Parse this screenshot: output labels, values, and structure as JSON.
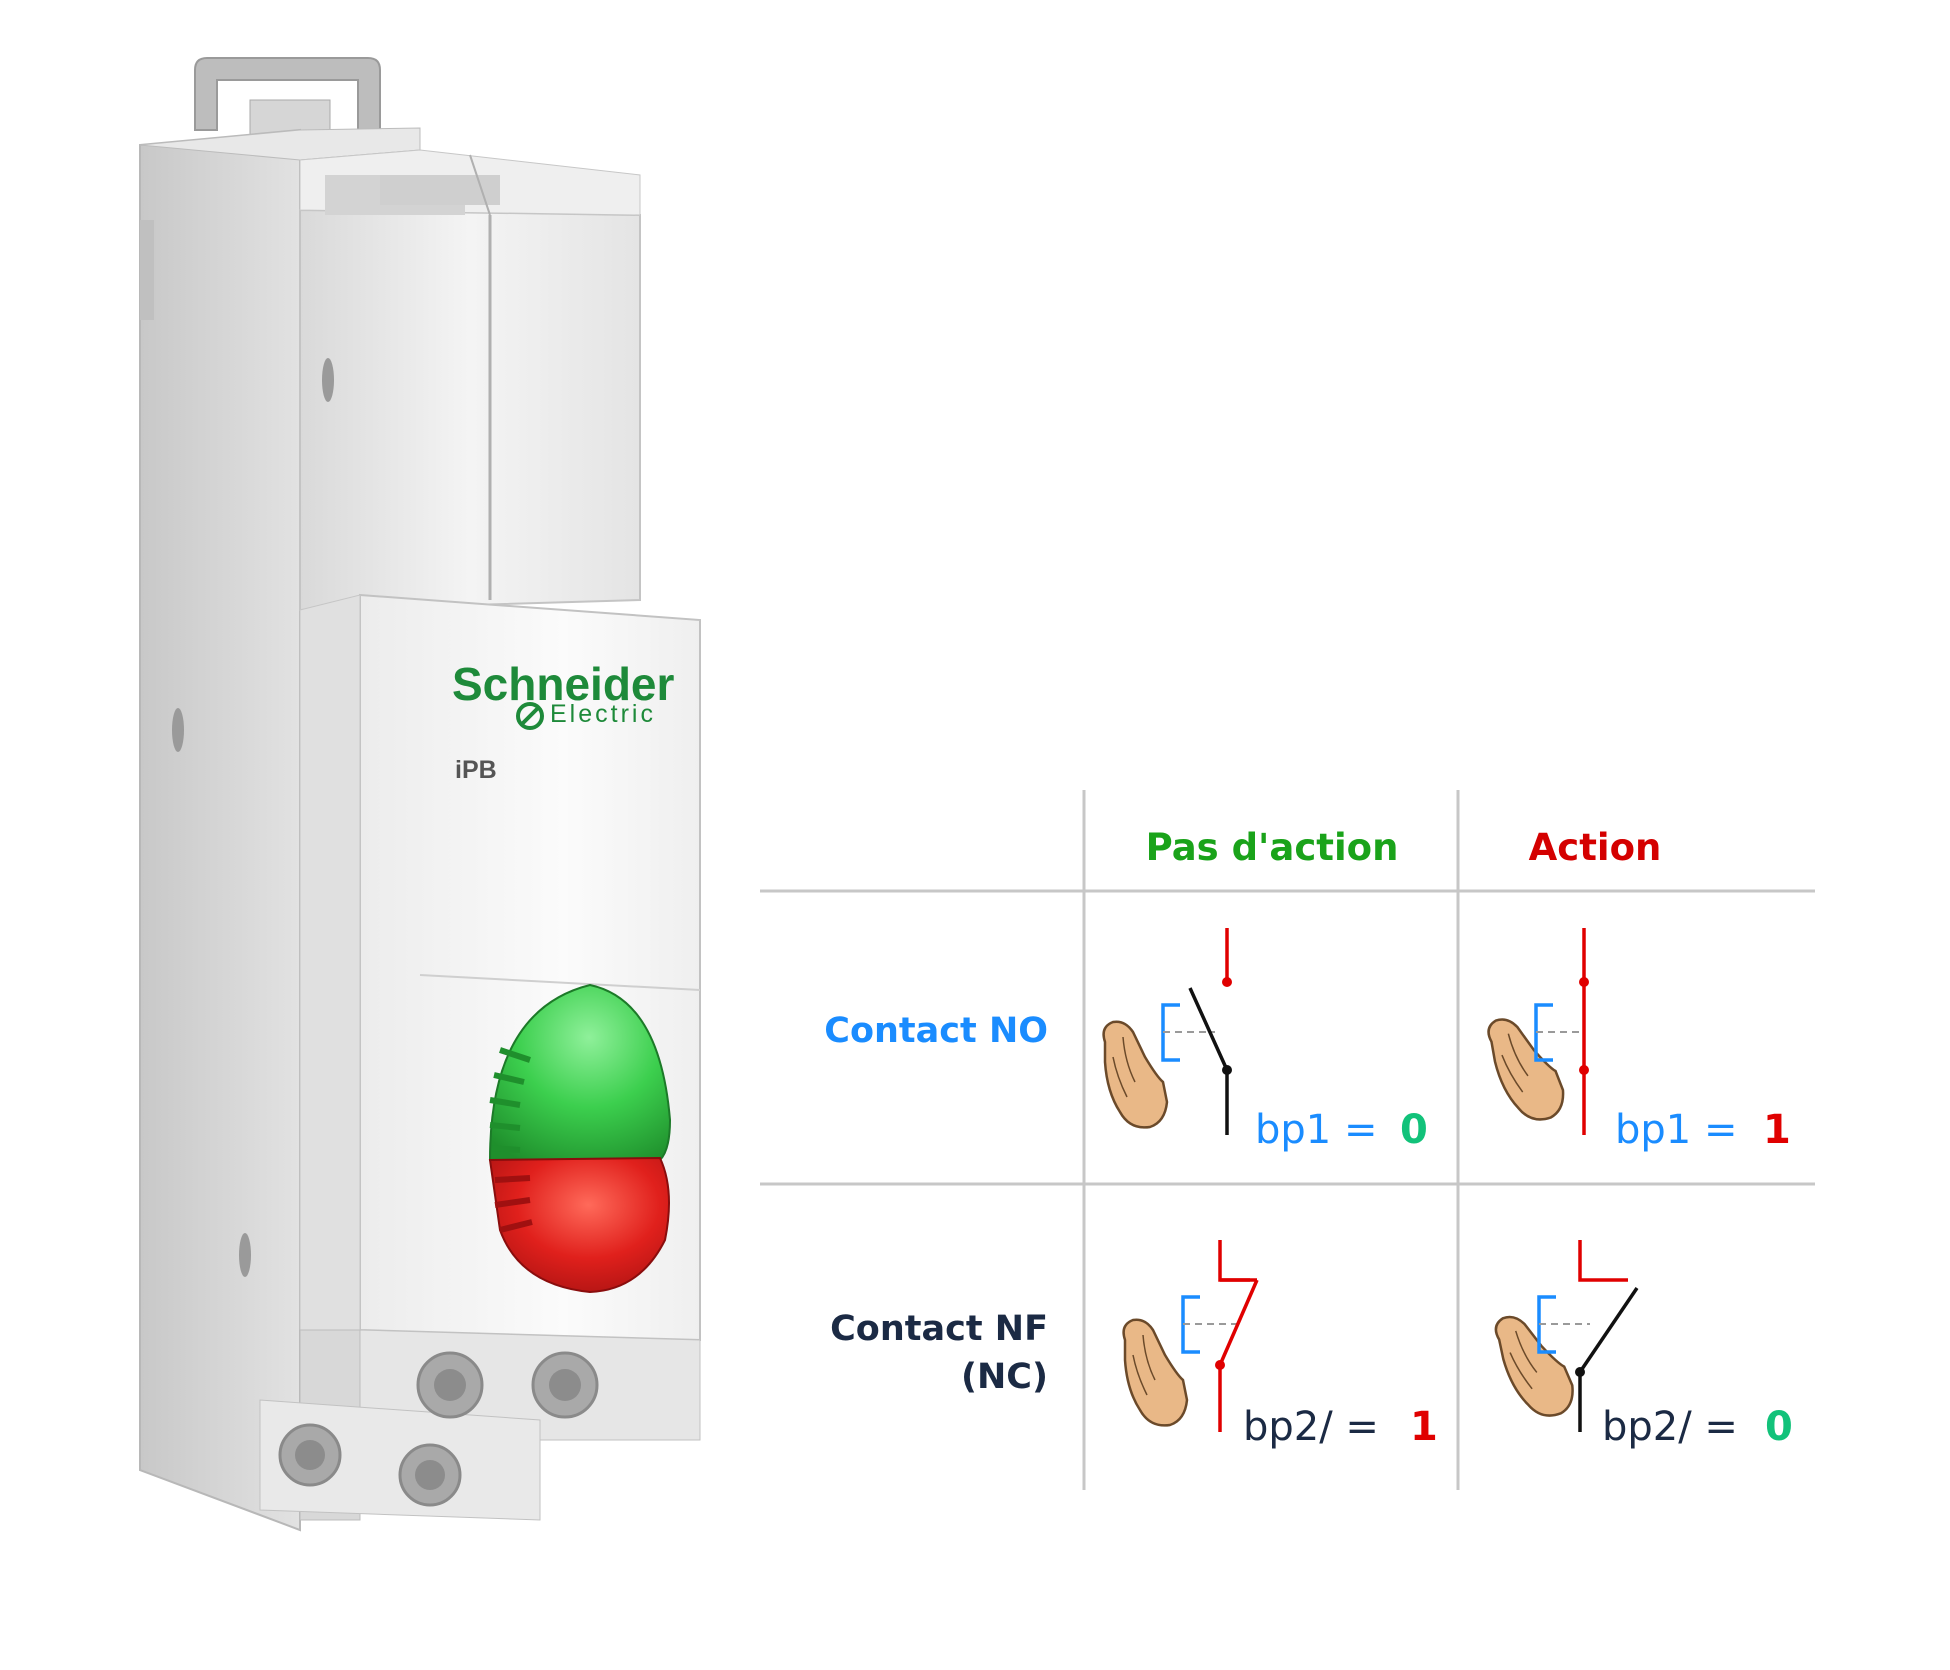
{
  "device": {
    "brand_line1": "Schneider",
    "brand_line2": "Electric",
    "model": "iPB"
  },
  "table": {
    "col_headers": [
      "Pas d'action",
      "Action"
    ],
    "row_headers": {
      "no": "Contact NO",
      "nf_line1": "Contact NF",
      "nf_line2": "(NC)"
    },
    "cells": {
      "no_rest": {
        "var": "bp1 =",
        "val": "0"
      },
      "no_act": {
        "var": "bp1 =",
        "val": "1"
      },
      "nf_rest": {
        "var": "bp2/ =",
        "val": "1"
      },
      "nf_act": {
        "var": "bp2/ =",
        "val": "0"
      }
    }
  },
  "colors": {
    "pas_action": "#1aa31a",
    "action": "#d40000",
    "contact_no": "#1a8cff",
    "contact_nf": "#1b2a44",
    "zero": "#12c27a",
    "one": "#e00000",
    "brand_green": "#1e8a3a",
    "button_green": "#3ccf4e",
    "button_red": "#e0201c"
  }
}
